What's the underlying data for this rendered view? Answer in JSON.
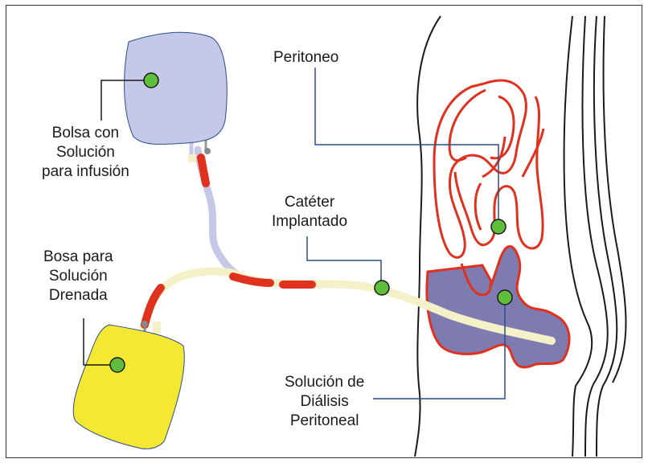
{
  "colors": {
    "peritoneum": "#e0301e",
    "dialysis_fluid": "#7e7bb0",
    "infusion_bag": "#c5c8e6",
    "drain_bag": "#f4e832",
    "tube": "#f4f1c8",
    "marker": "#5fbf3d",
    "leader_line": "#2b4f8c"
  },
  "labels": {
    "peritoneo": "Peritoneo",
    "infusion_bag": [
      "Bolsa con",
      "Solución",
      "para infusión"
    ],
    "catheter": [
      "Catéter",
      "Implantado"
    ],
    "drain_bag": [
      "Bosa para",
      "Solución",
      "Drenada"
    ],
    "dialysis_solution": [
      "Solución de",
      "Diálisis",
      "Peritoneal"
    ]
  }
}
